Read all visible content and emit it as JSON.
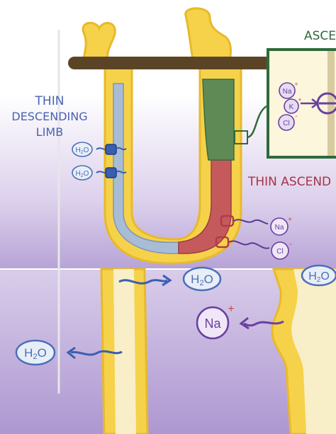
{
  "labels": {
    "thin_descending": [
      "THIN",
      "DESCENDING",
      "LIMB"
    ],
    "thin_ascending": "THIN ASCEND",
    "ascending_top": "ASCE"
  },
  "molecules": {
    "water": "H",
    "water_sub": "2",
    "water_o": "O",
    "sodium": "Na",
    "potassium": "K",
    "chloride": "Cl",
    "plus": "+",
    "minus": "-"
  },
  "colors": {
    "tubule_wall": "#f5d24a",
    "tubule_outline": "#e8b92b",
    "thin_descending_lumen": "#a8bcd6",
    "thick_ascending_lumen": "#5f8a55",
    "thin_ascending_lumen": "#c45a5c",
    "bar": "#5b4426",
    "box_border": "#2f6a3a",
    "box_fill": "#fbf6dc",
    "water_text": "#4c6fb8",
    "ion_text": "#6a3fa0",
    "label_blue": "#4a63b0",
    "label_red": "#a83248",
    "channel_blue": "#3a5fb0",
    "channel_red": "#b23a48"
  },
  "icons": [
    "aquaporin-channel-icon",
    "ion-channel-icon",
    "arrow-icon",
    "cotransporter-icon"
  ]
}
